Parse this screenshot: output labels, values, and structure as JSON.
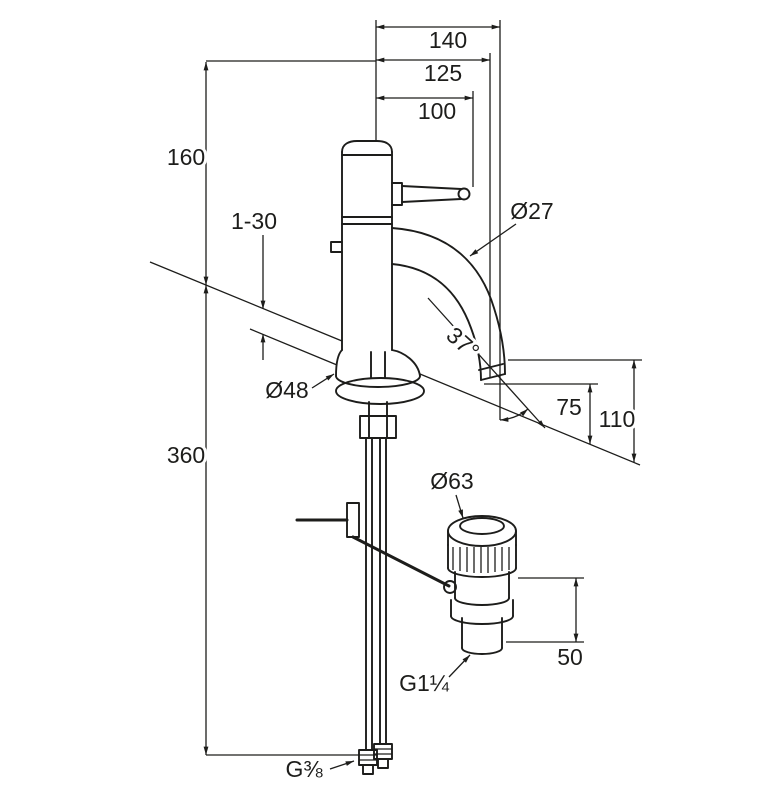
{
  "drawing": {
    "subject": "single-lever-basin-mixer-with-popup-waste",
    "ink_color": "#1d1d1b",
    "background_color": "#ffffff"
  },
  "dims": {
    "d140": "140",
    "d125": "125",
    "d100": "100",
    "d160": "160",
    "d1_30": "1-30",
    "d27": "Ø27",
    "d37": "37°",
    "d48": "Ø48",
    "d75": "75",
    "d110": "110",
    "d360": "360",
    "d63": "Ø63",
    "d50": "50",
    "g114": "G1¼",
    "g38": "G⅜"
  }
}
